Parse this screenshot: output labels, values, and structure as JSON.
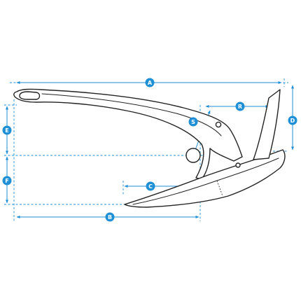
{
  "colors": {
    "accent": "#1f8fd6",
    "dimension_line": "#1f8fd6",
    "outline": "#222222"
  },
  "labels": {
    "A": "A",
    "B": "B",
    "C": "C",
    "D": "D",
    "E": "E",
    "F": "F",
    "R": "R",
    "S": "S"
  }
}
